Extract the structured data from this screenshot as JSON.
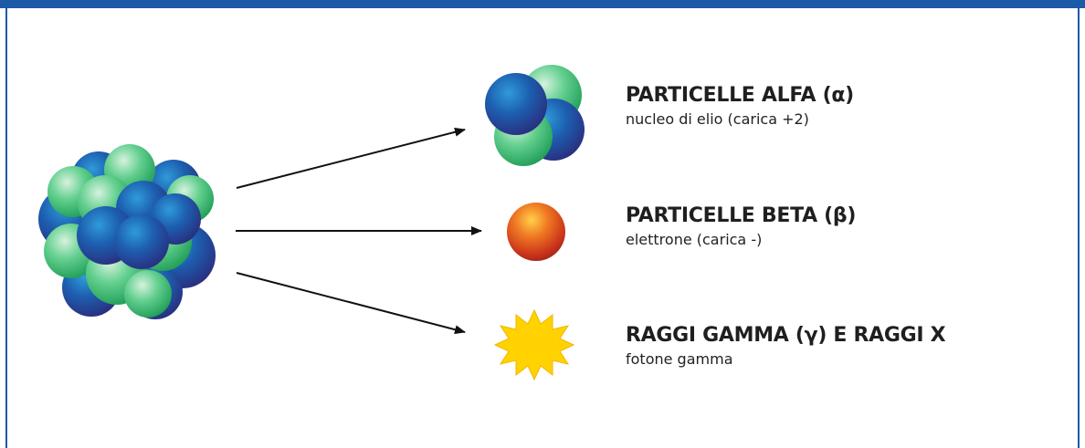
{
  "colors": {
    "frame": "#1a5aa6",
    "proton_blue": "#1e3f9e",
    "neutron_green": "#2fb86a",
    "electron_red": "#c9331a",
    "gamma_yellow": "#ffd200",
    "arrow": "#111111"
  },
  "radiations": [
    {
      "title": "PARTICELLE ALFA (α)",
      "subtitle": "nucleo di elio (carica +2)"
    },
    {
      "title": "PARTICELLE BETA (β)",
      "subtitle": "elettrone (carica -)"
    },
    {
      "title": "RAGGI GAMMA (γ) E RAGGI X",
      "subtitle": "fotone gamma"
    }
  ]
}
